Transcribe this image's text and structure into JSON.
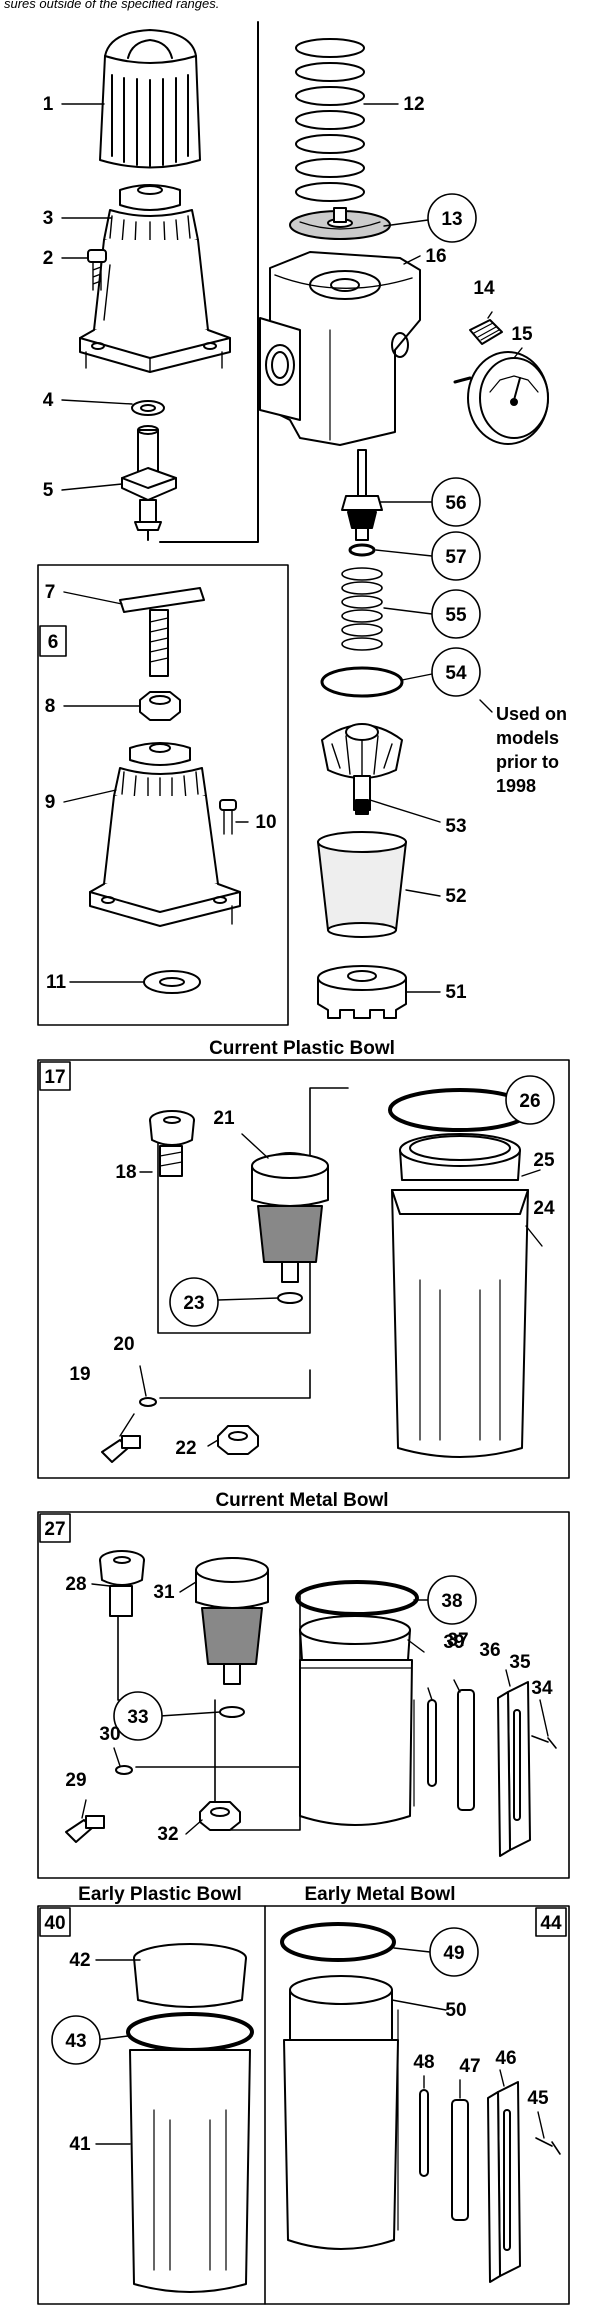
{
  "header": {
    "caption": "sures outside of the specified ranges."
  },
  "sections": {
    "plastic_bowl_title": "Current Plastic Bowl",
    "metal_bowl_title": "Current Metal Bowl",
    "early_plastic_title": "Early Plastic Bowl",
    "early_metal_title": "Early Metal Bowl"
  },
  "note": {
    "lines": [
      "Used on",
      "models",
      "prior to",
      "1998"
    ]
  },
  "callouts": {
    "c1": "1",
    "c2": "2",
    "c3": "3",
    "c4": "4",
    "c5": "5",
    "c6": "6",
    "c7": "7",
    "c8": "8",
    "c9": "9",
    "c10": "10",
    "c11": "11",
    "c12": "12",
    "c13": "13",
    "c14": "14",
    "c15": "15",
    "c16": "16",
    "c17": "17",
    "c18": "18",
    "c19": "19",
    "c20": "20",
    "c21": "21",
    "c22": "22",
    "c23": "23",
    "c24": "24",
    "c25": "25",
    "c26": "26",
    "c27": "27",
    "c28": "28",
    "c29": "29",
    "c30": "30",
    "c31": "31",
    "c32": "32",
    "c33": "33",
    "c34": "34",
    "c35": "35",
    "c36": "36",
    "c37": "37",
    "c38": "38",
    "c39": "39",
    "c40": "40",
    "c41": "41",
    "c42": "42",
    "c43": "43",
    "c44": "44",
    "c45": "45",
    "c46": "46",
    "c47": "47",
    "c48": "48",
    "c49": "49",
    "c50": "50",
    "c51": "51",
    "c52": "52",
    "c53": "53",
    "c54": "54",
    "c55": "55",
    "c56": "56",
    "c57": "57"
  }
}
